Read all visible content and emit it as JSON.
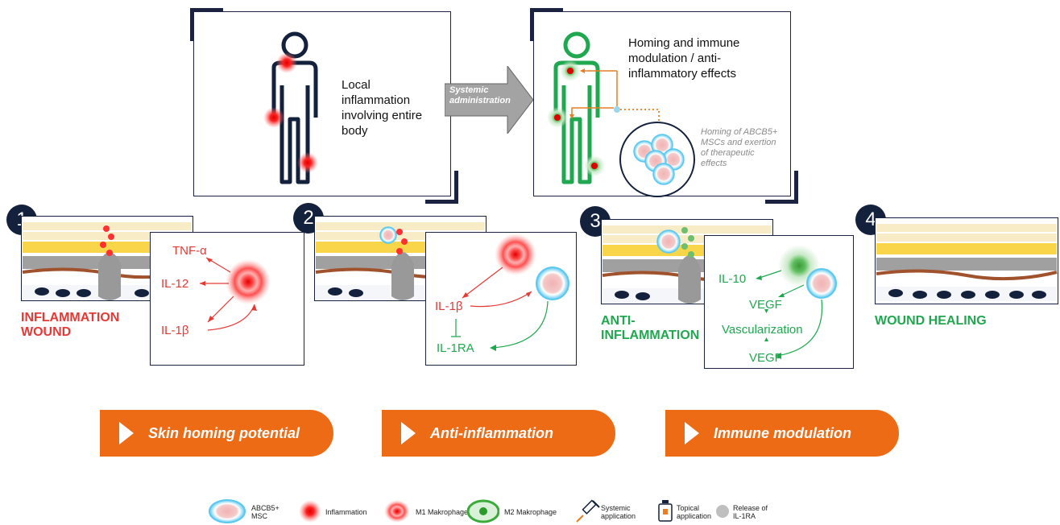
{
  "top_left": {
    "label": "Local inflammation involving entire body"
  },
  "arrow": {
    "label": "Systemic administration"
  },
  "top_right": {
    "title": "Homing and immune modulation / anti-inflammatory effects",
    "note": "Homing of ABCB5+ MSCs and exertion of therapeutic effects"
  },
  "steps": [
    {
      "number": "1",
      "label": "INFLAMMATION WOUND"
    },
    {
      "number": "2"
    },
    {
      "number": "3",
      "label": "ANTI-INFLAMMATION"
    },
    {
      "number": "4",
      "label": "WOUND HEALING"
    }
  ],
  "panel1": {
    "tnf": "TNF-α",
    "il12": "IL-12",
    "il1b": "IL-1β"
  },
  "panel2": {
    "il1b": "IL-1β",
    "il1ra": "IL-1RA"
  },
  "panel3": {
    "il10": "IL-10",
    "vegf1": "VEGF",
    "vasc": "Vascularization",
    "vegf2": "VEGF"
  },
  "pills": [
    {
      "label": "Skin homing potential"
    },
    {
      "label": "Anti-inflammation"
    },
    {
      "label": "Immune modulation"
    }
  ],
  "legend": [
    {
      "icon": "msc-icon",
      "label": "ABCB5+ MSC"
    },
    {
      "icon": "inflammation-icon",
      "label": "Inflammation"
    },
    {
      "icon": "m1-macrophage-icon",
      "label": "M1 Makrophage"
    },
    {
      "icon": "m2-macrophage-icon",
      "label": "M2 Makrophage"
    },
    {
      "icon": "syringe-icon",
      "label": "Systemic application"
    },
    {
      "icon": "topical-icon",
      "label": "Topical application"
    },
    {
      "icon": "release-icon",
      "label": "Release of IL-1RA"
    }
  ],
  "colors": {
    "navy": "#14213d",
    "orange": "#ee6b16",
    "red": "#e53935",
    "green": "#1fa84f",
    "msc": "#5bc8f0"
  }
}
